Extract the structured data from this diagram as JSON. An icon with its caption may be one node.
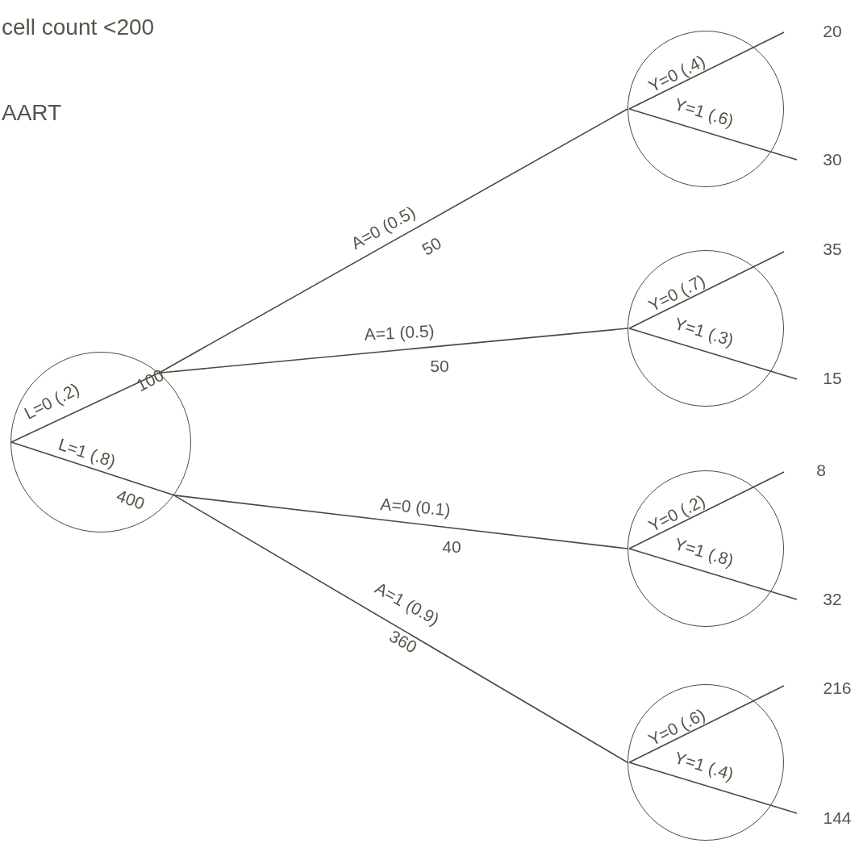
{
  "diagram": {
    "nodes": [
      {
        "text": [
          "L=0 (.2)",
          "100",
          "L=1 (.8)",
          "400"
        ]
      },
      {
        "text": [
          "Y=0 (.4)",
          "Y=1 (.6)"
        ]
      },
      {
        "text": [
          "Y=0 (.7)",
          "Y=1 (.3)"
        ]
      },
      {
        "text": [
          "Y=0 (.2)",
          "Y=1 (.8)"
        ]
      },
      {
        "text": [
          "Y=0 (.6)",
          "Y=1 (.4)"
        ]
      }
    ],
    "edges": [
      {
        "from": 0,
        "to": 1,
        "arrow": "none",
        "label": "A=0 (0.5)"
      },
      {
        "from": 0,
        "to": 2,
        "arrow": "none",
        "label": "A=1 (0.5)"
      },
      {
        "from": 0,
        "to": 3,
        "arrow": "none",
        "label": "A=0 (0.1)"
      },
      {
        "from": 0,
        "to": 4,
        "arrow": "none",
        "label": "A=1 (0.9)"
      }
    ],
    "labels": [
      "cell count <200",
      "AART",
      "20",
      "30",
      "50",
      "35",
      "50",
      "15",
      "8",
      "40",
      "32",
      "360",
      "216",
      "144"
    ]
  }
}
